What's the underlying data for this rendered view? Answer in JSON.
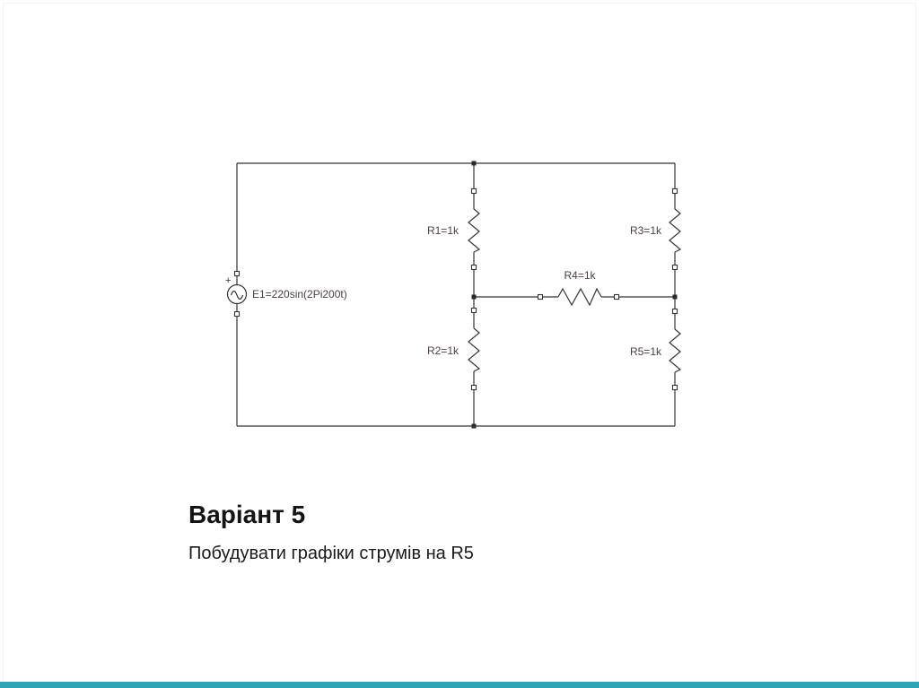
{
  "page": {
    "background_color": "#ffffff",
    "frame_color": "#f2f2f2",
    "accent_bar_color": "#2ba6b2"
  },
  "circuit": {
    "wire_color": "#343434",
    "label_color": "#4a4040",
    "source": {
      "id": "E1",
      "label": "E1=220sin(2Pi200t)",
      "polarity": "+"
    },
    "resistors": [
      {
        "id": "R1",
        "label": "R1=1k"
      },
      {
        "id": "R2",
        "label": "R2=1k"
      },
      {
        "id": "R3",
        "label": "R3=1k"
      },
      {
        "id": "R4",
        "label": "R4=1k"
      },
      {
        "id": "R5",
        "label": "R5=1k"
      }
    ]
  },
  "caption": {
    "title": "Варіант 5",
    "subtitle": "Побудувати графіки струмів на R5"
  }
}
